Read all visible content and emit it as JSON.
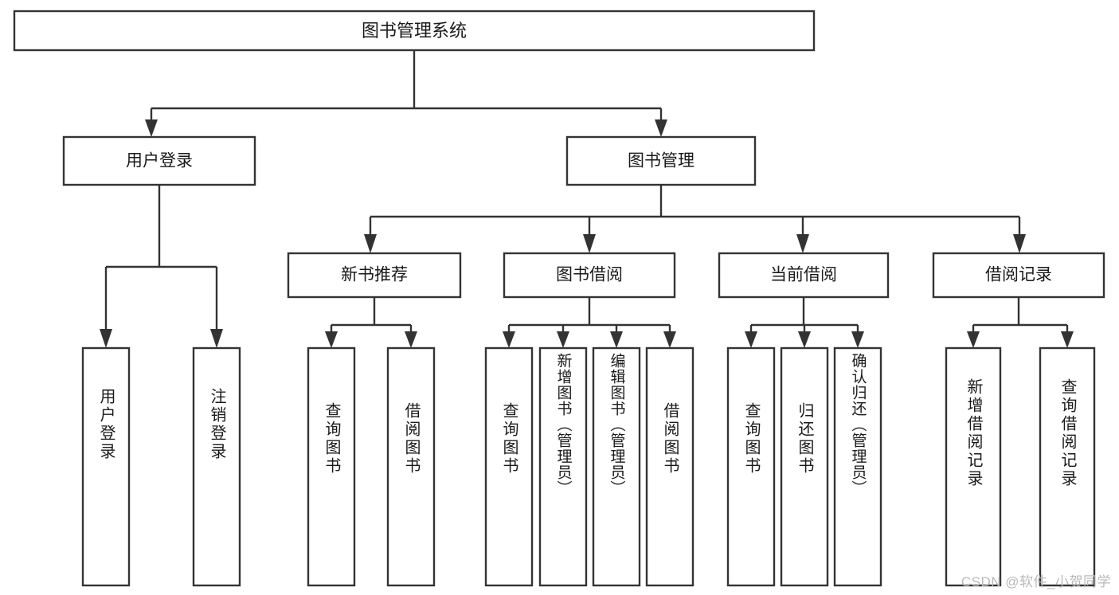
{
  "diagram": {
    "type": "tree",
    "title": "图书管理系统",
    "root": {
      "id": "root",
      "label": "图书管理系统"
    },
    "level2": [
      {
        "id": "user-login",
        "label": "用户登录"
      },
      {
        "id": "book-manage",
        "label": "图书管理"
      }
    ],
    "level3": [
      {
        "id": "new-book-rec",
        "label": "新书推荐"
      },
      {
        "id": "book-borrow",
        "label": "图书借阅"
      },
      {
        "id": "current-borrow",
        "label": "当前借阅"
      },
      {
        "id": "borrow-record",
        "label": "借阅记录"
      }
    ],
    "leaves": {
      "user_login": [
        {
          "id": "leaf-user-login",
          "label": "用户登录"
        },
        {
          "id": "leaf-logout",
          "label": "注销登录"
        }
      ],
      "new_book_rec": [
        {
          "id": "leaf-query-book-1",
          "label": "查询图书"
        },
        {
          "id": "leaf-borrow-book-1",
          "label": "借阅图书"
        }
      ],
      "book_borrow": [
        {
          "id": "leaf-query-book-2",
          "label": "查询图书"
        },
        {
          "id": "leaf-add-book",
          "label": "新增图书（管理员）"
        },
        {
          "id": "leaf-edit-book",
          "label": "编辑图书（管理员）"
        },
        {
          "id": "leaf-borrow-book-2",
          "label": "借阅图书"
        }
      ],
      "current_borrow": [
        {
          "id": "leaf-query-book-3",
          "label": "查询图书"
        },
        {
          "id": "leaf-return-book",
          "label": "归还图书"
        },
        {
          "id": "leaf-confirm-return",
          "label": "确认归还（管理员）"
        }
      ],
      "borrow_record": [
        {
          "id": "leaf-add-record",
          "label": "新增借阅记录"
        },
        {
          "id": "leaf-query-record",
          "label": "查询借阅记录"
        }
      ]
    }
  },
  "watermark": {
    "text": "CSDN @软件_小贺同学"
  },
  "colors": {
    "box_stroke": "#333333",
    "box_fill": "#ffffff",
    "text": "#1a1a1a",
    "watermark": "#b9b9b9",
    "background": "#ffffff"
  }
}
